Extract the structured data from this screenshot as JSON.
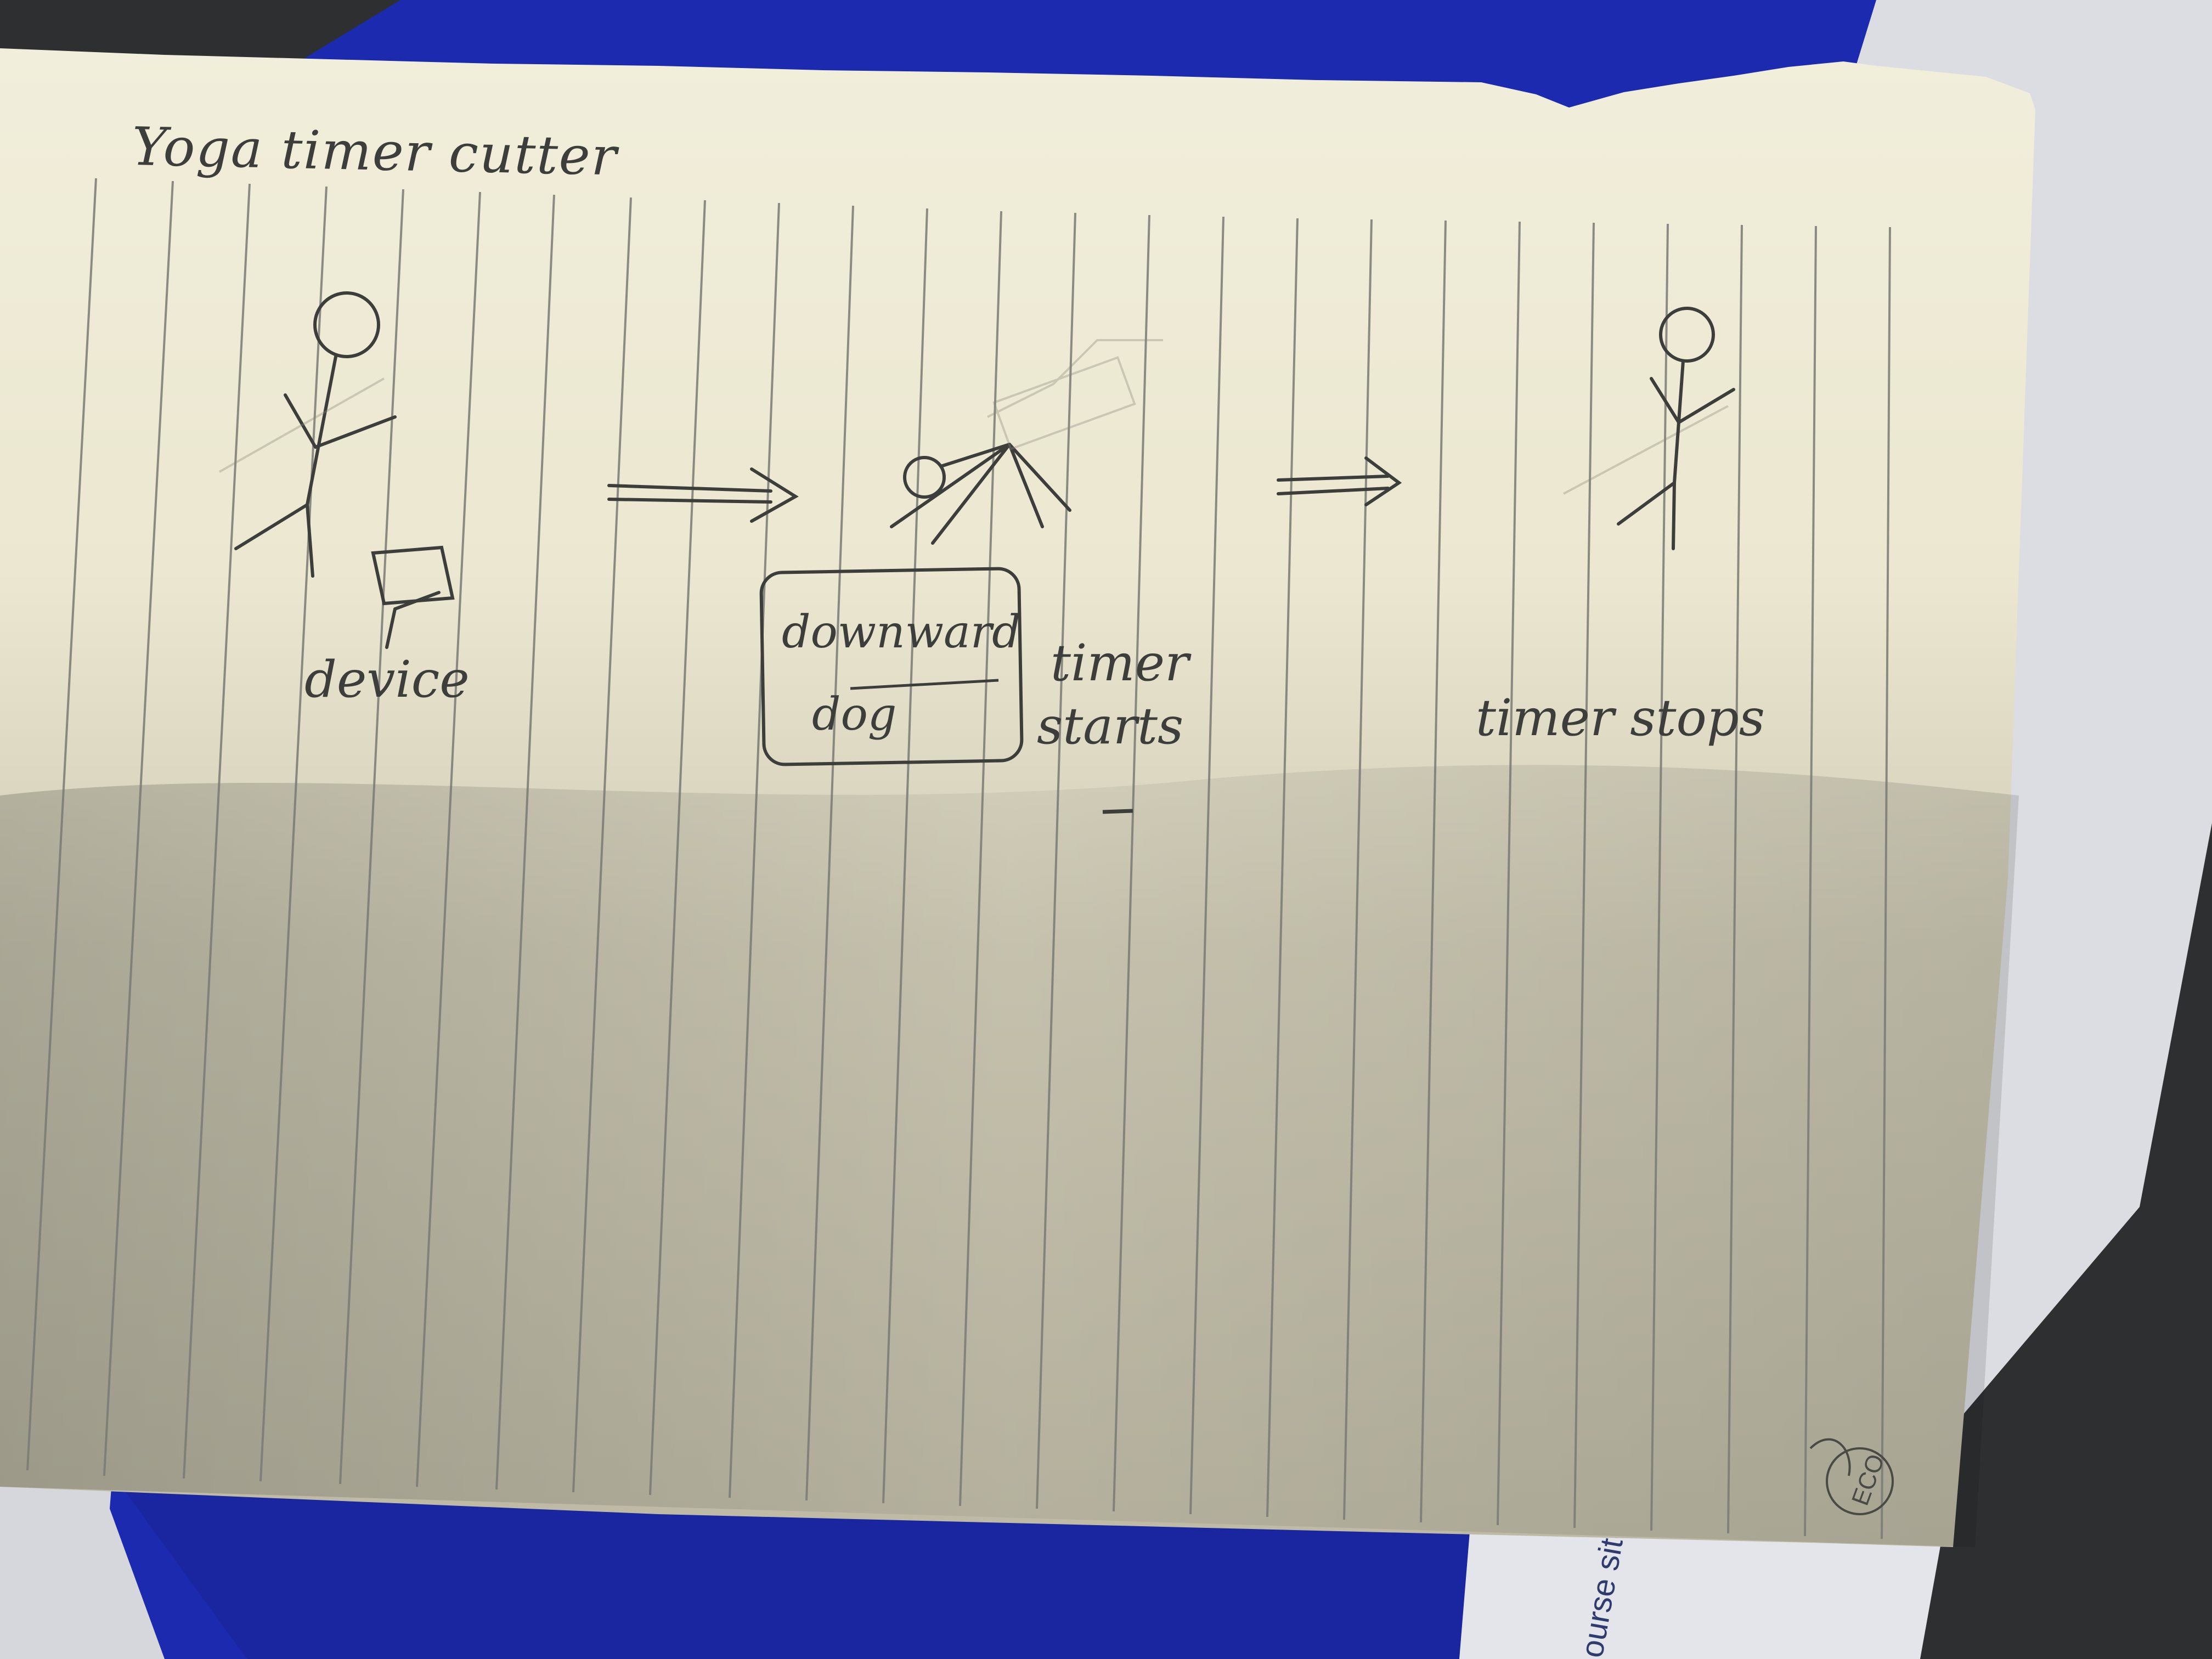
{
  "sketch": {
    "title": "Yoga timer cutter",
    "step1": {
      "caption": "device"
    },
    "step2": {
      "box_line1": "downward",
      "box_line2": "dog",
      "caption_line1": "timer",
      "caption_line2": "starts"
    },
    "step3": {
      "caption": "timer stops"
    },
    "paper_logo": "ECO"
  },
  "background": {
    "folder_text": "ourse site"
  },
  "colors": {
    "paper": "#ece8d2",
    "folder": "#1c2ab0",
    "ink": "#3d3d3b",
    "rule_line": "#7a7a76"
  }
}
